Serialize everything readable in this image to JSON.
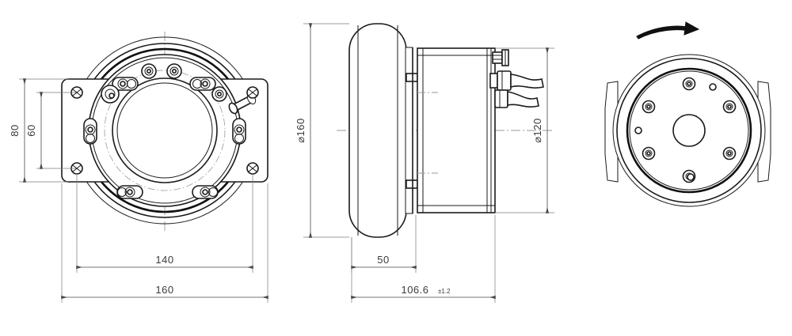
{
  "drawing": {
    "type": "engineering-drawing",
    "title": "",
    "background_color": "#ffffff",
    "line_color": "#1a1a1a",
    "dimension_color": "#3a3a3a",
    "center_line_color": "#9a9a9a",
    "views": [
      {
        "id": "front-view",
        "name": "front-view",
        "description": "Front face view with square mounting plate, circular housing, bolt circle and central bore"
      },
      {
        "id": "side-view",
        "name": "side-view",
        "description": "Side section view showing wheel body, motor housing, and cable connectors"
      },
      {
        "id": "rear-view",
        "name": "rear-view",
        "description": "Rear face view with bolt pattern, central bore and rotation direction arrow"
      }
    ]
  },
  "dimensions": {
    "front": {
      "height_outer": "80",
      "height_inner": "60",
      "width_inner": "140",
      "width_outer": "160"
    },
    "side": {
      "diameter_left": "⌀160",
      "diameter_right": "⌀120",
      "depth_body": "50",
      "depth_total_value": "106.6",
      "depth_total_tolerance": "±1.2"
    }
  },
  "annotations": {
    "rotation_arrow": "rotation-direction-arrow"
  }
}
